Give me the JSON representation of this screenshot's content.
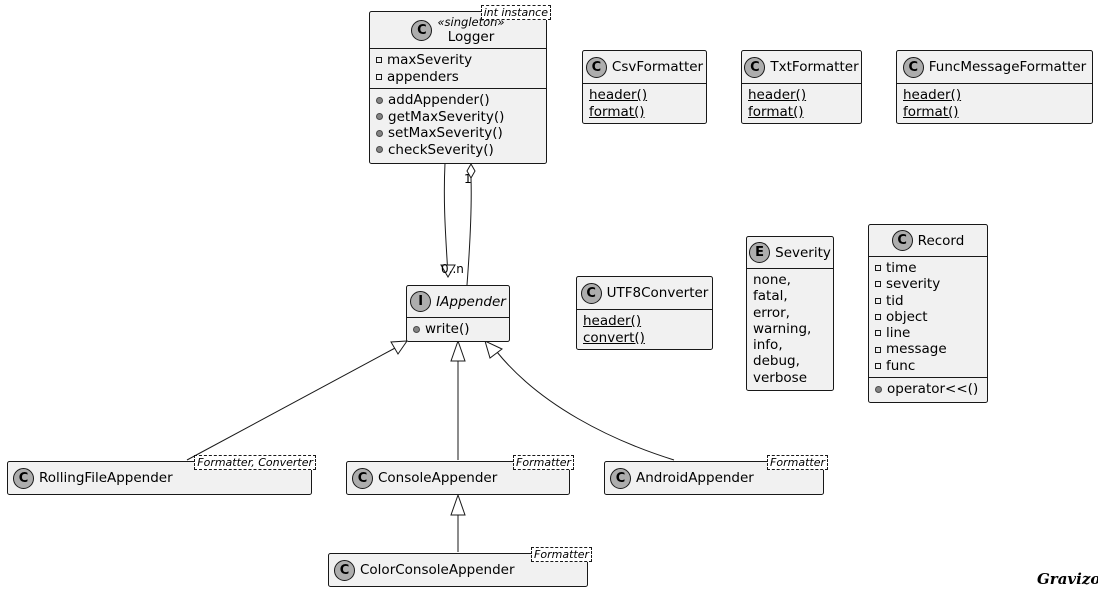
{
  "logger": {
    "name": "Logger",
    "stereotype": "«singleton»",
    "template": "int instance",
    "fields": [
      "maxSeverity",
      "appenders"
    ],
    "methods": [
      "addAppender()",
      "getMaxSeverity()",
      "setMaxSeverity()",
      "checkSeverity()"
    ]
  },
  "csv_formatter": {
    "name": "CsvFormatter",
    "methods": [
      "header()",
      "format()"
    ]
  },
  "txt_formatter": {
    "name": "TxtFormatter",
    "methods": [
      "header()",
      "format()"
    ]
  },
  "func_message_formatter": {
    "name": "FuncMessageFormatter",
    "methods": [
      "header()",
      "format()"
    ]
  },
  "utf8_converter": {
    "name": "UTF8Converter",
    "methods": [
      "header()",
      "convert()"
    ]
  },
  "severity": {
    "name": "Severity",
    "values": [
      "none,",
      "fatal,",
      "error,",
      "warning,",
      "info,",
      "debug,",
      "verbose"
    ]
  },
  "record": {
    "name": "Record",
    "fields": [
      "time",
      "severity",
      "tid",
      "object",
      "line",
      "message",
      "func"
    ],
    "methods": [
      "operator<<()"
    ]
  },
  "iappender": {
    "name": "IAppender",
    "methods": [
      "write()"
    ]
  },
  "rolling_file_appender": {
    "name": "RollingFileAppender",
    "template": "Formatter, Converter"
  },
  "console_appender": {
    "name": "ConsoleAppender",
    "template": "Formatter"
  },
  "android_appender": {
    "name": "AndroidAppender",
    "template": "Formatter"
  },
  "color_console_appender": {
    "name": "ColorConsoleAppender",
    "template": "Formatter"
  },
  "badges": {
    "class": "C",
    "interface": "I",
    "enum": "E"
  },
  "multiplicity": {
    "one": "1",
    "many": "0..n"
  },
  "watermark": "Gravizo",
  "colors": {
    "fill": "#f1f1f1",
    "stroke": "#181818",
    "badge": "#adadad"
  }
}
